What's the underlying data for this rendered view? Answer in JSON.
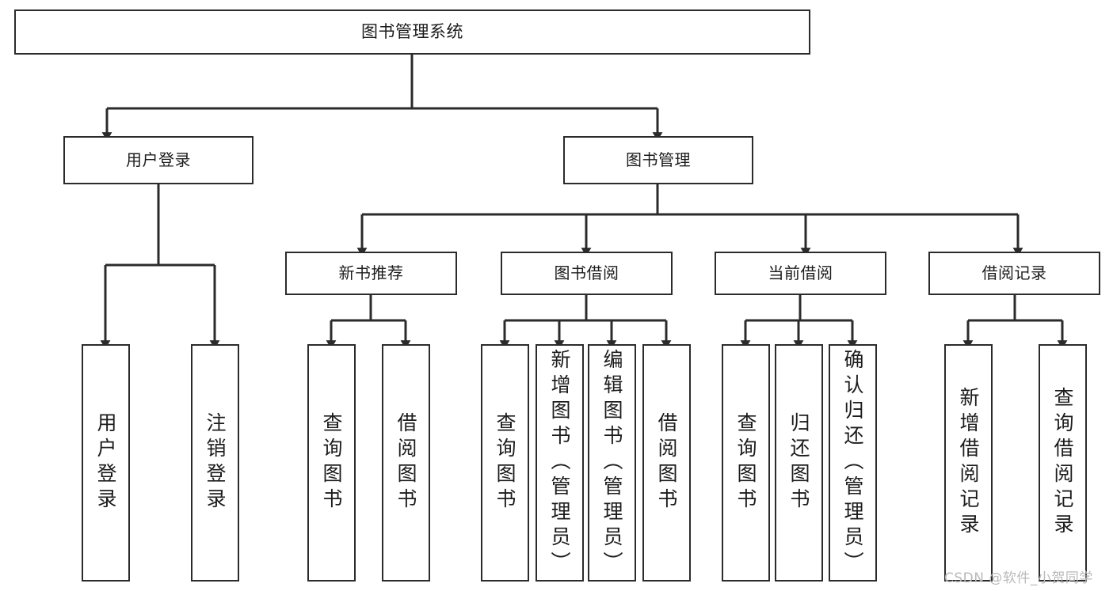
{
  "diagram": {
    "type": "tree",
    "title": "图书管理系统",
    "orientation": "top-down",
    "colors": {
      "box_border": "#2b2b2b",
      "box_fill": "#ffffff",
      "connector": "#2b2b2b",
      "text": "#1c1c1c",
      "watermark": "#b9b9b9",
      "background": "#ffffff"
    }
  },
  "watermark": {
    "text": "CSDN @软件_小贺同学"
  },
  "nodes": {
    "root": {
      "label": "图书管理系统"
    },
    "level2": [
      {
        "id": "user-login",
        "label": "用户登录"
      },
      {
        "id": "book-manage",
        "label": "图书管理"
      }
    ],
    "level3": [
      {
        "id": "new-book-recommend",
        "label": "新书推荐"
      },
      {
        "id": "book-borrow",
        "label": "图书借阅"
      },
      {
        "id": "current-borrow",
        "label": "当前借阅"
      },
      {
        "id": "borrow-record",
        "label": "借阅记录"
      }
    ],
    "leaves": {
      "user_login": [
        {
          "id": "leaf-user-login",
          "label": "用户登录"
        },
        {
          "id": "leaf-user-logout",
          "label": "注销登录"
        }
      ],
      "new_book_recommend": [
        {
          "id": "leaf-query-book-1",
          "label": "查询图书"
        },
        {
          "id": "leaf-borrow-book-1",
          "label": "借阅图书"
        }
      ],
      "book_borrow": [
        {
          "id": "leaf-query-book-2",
          "label": "查询图书"
        },
        {
          "id": "leaf-add-book",
          "label": "新增图书（管理员）"
        },
        {
          "id": "leaf-edit-book",
          "label": "编辑图书（管理员）"
        },
        {
          "id": "leaf-borrow-book-2",
          "label": "借阅图书"
        }
      ],
      "current_borrow": [
        {
          "id": "leaf-query-book-3",
          "label": "查询图书"
        },
        {
          "id": "leaf-return-book",
          "label": "归还图书"
        },
        {
          "id": "leaf-confirm-return",
          "label": "确认归还（管理员）"
        }
      ],
      "borrow_record": [
        {
          "id": "leaf-add-record",
          "label": "新增借阅记录"
        },
        {
          "id": "leaf-query-record",
          "label": "查询借阅记录"
        }
      ]
    }
  }
}
